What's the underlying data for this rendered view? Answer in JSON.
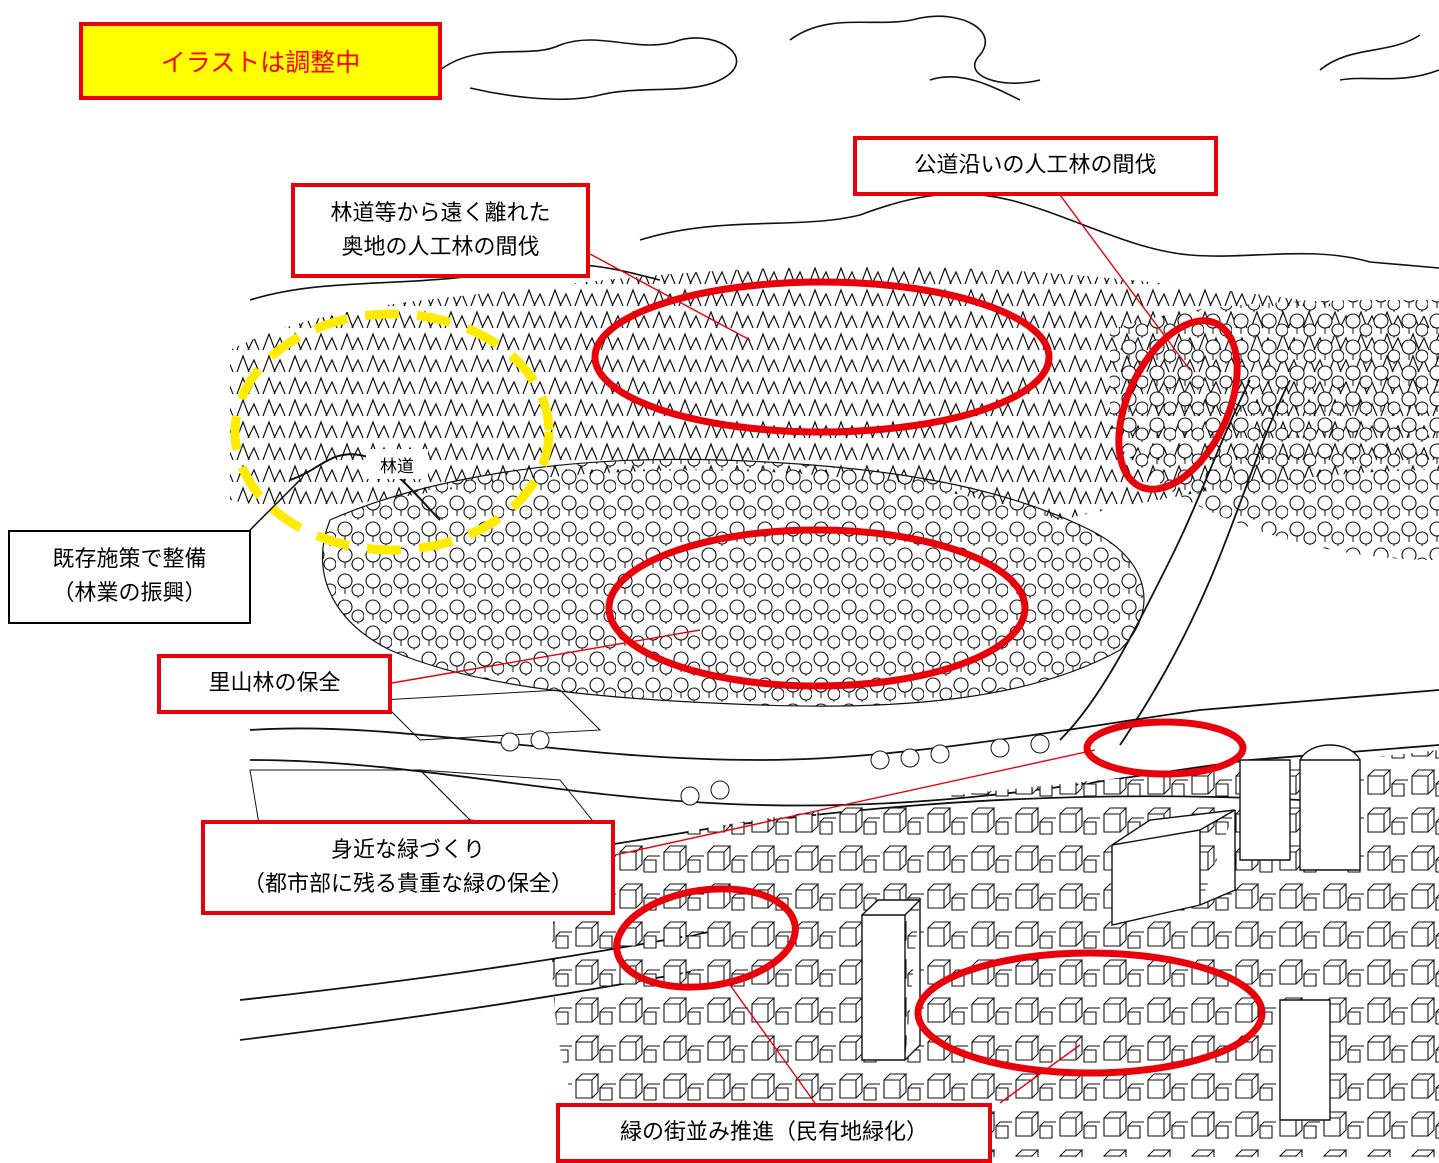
{
  "banner": {
    "text": "イラストは調整中"
  },
  "labels": {
    "forest_road": "林道",
    "public_road_thinning": "公道沿いの人工林の間伐",
    "remote_thinning": [
      "林道等から遠く離れた",
      "奥地の人工林の間伐"
    ],
    "existing_policy": [
      "既存施策で整備",
      "（林業の振興）"
    ],
    "satoyama": "里山林の保全",
    "nearby_green": [
      "身近な緑づくり",
      "（都市部に残る貴重な緑の保全）"
    ],
    "green_streetscape": "緑の街並み推進（民有地緑化）"
  },
  "colors": {
    "callout_red": "#e8000b",
    "banner_yellow": "#ffff00",
    "banner_text": "#ff0000",
    "dashed_yellow": "#ffea00",
    "ink": "#000000"
  }
}
